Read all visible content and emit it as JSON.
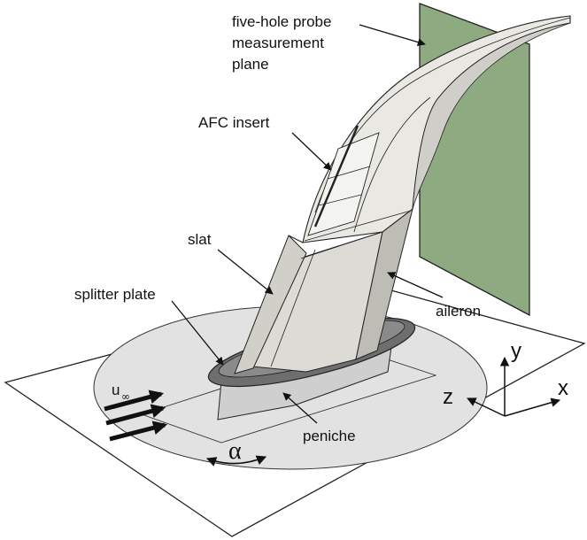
{
  "labels": {
    "probe_plane": [
      "five-hole probe",
      "measurement",
      "plane"
    ],
    "afc_insert": "AFC insert",
    "slat": "slat",
    "splitter_plate": "splitter plate",
    "aileron": "aileron",
    "peniche": "peniche",
    "axis_x": "x",
    "axis_y": "y",
    "axis_z": "z",
    "freestream": "u",
    "freestream_sub": "∞",
    "angle": "α"
  },
  "colors": {
    "measurement_plane": "#8eaa80",
    "turntable": "#e2e2e2",
    "wing_light": "#e9e8e3",
    "wing_mid": "#d6d5cf",
    "wing_dark": "#bdbcb5",
    "splitter_plate": "#6e6e6e",
    "peniche": "#cfcfcf",
    "outline": "#222222"
  }
}
